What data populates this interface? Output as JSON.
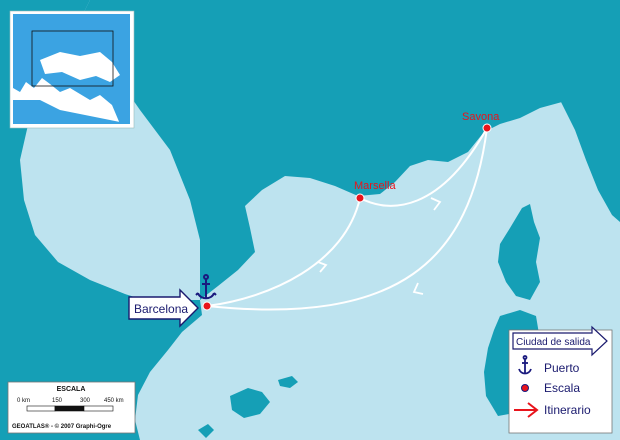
{
  "map": {
    "cities": [
      {
        "id": "barcelona",
        "name": "Barcelona",
        "type": "departure"
      },
      {
        "id": "marsella",
        "name": "Marsella",
        "type": "stop"
      },
      {
        "id": "savona",
        "name": "Savona",
        "type": "stop"
      }
    ],
    "departure_label": "Barcelona",
    "route": [
      "Barcelona",
      "Marsella",
      "Savona",
      "Barcelona"
    ],
    "colors": {
      "sea": "#bde3ef",
      "land": "#159fb6",
      "route": "#ffffff",
      "city_label": "#e8141c",
      "port_anchor": "#1a1a7e"
    }
  },
  "legend": {
    "title": "Ciudad de salida",
    "items": [
      {
        "icon": "anchor-icon",
        "label": "Puerto"
      },
      {
        "icon": "stop-dot-icon",
        "label": "Escala"
      },
      {
        "icon": "route-arrow-icon",
        "label": "Itinerario"
      }
    ]
  },
  "scale": {
    "title": "ESCALA",
    "ticks": [
      "0 km",
      "150",
      "300",
      "450 km"
    ],
    "credit": "GEOATLAS® - © 2007 Graphi-Ogre"
  },
  "inset": {
    "description_icon": "mediterranean-locator-icon"
  }
}
